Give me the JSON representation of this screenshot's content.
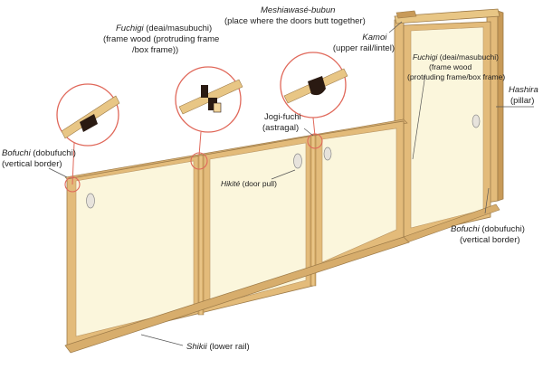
{
  "labels": {
    "fuchigi_left": {
      "term": "Fuchigi",
      "reading": " (deai/masubuchi)",
      "line2": "(frame wood (protruding frame",
      "line3": "/box frame))"
    },
    "meshiawase": {
      "term": "Meshiawasé-bubun",
      "line2": "(place where the doors butt together)"
    },
    "kamoi": {
      "term": "Kamoi",
      "line2": "(upper rail/lintel)"
    },
    "fuchigi_right": {
      "term": "Fuchigi",
      "reading": " (deai/masubuchi)",
      "line2": "(frame wood",
      "line3": "(protruding frame/box frame)"
    },
    "hashira": {
      "term": "Hashira",
      "line2": "(pillar)"
    },
    "jogi_fuchi": {
      "term": "Jogi-fuchi",
      "line2": "(astragal)"
    },
    "bofuchi_left": {
      "term": "Bofuchi",
      "reading": " (dobufuchi)",
      "line2": "(vertical border)"
    },
    "hikite": {
      "term": "Hikité",
      "reading": " (door pull)"
    },
    "bofuchi_right": {
      "term": "Bofuchi",
      "reading": " (dobufuchi)",
      "line2": "(vertical border)"
    },
    "shikii": {
      "term": "Shikii",
      "reading": " (lower rail)"
    }
  },
  "colors": {
    "frame_wood": "#e3bb7a",
    "frame_edge": "#9c7a48",
    "panel_fill": "#fbf6dc",
    "callout_ring": "#e0685a",
    "joint_dark": "#2a1a12",
    "leader_line": "#555555"
  }
}
